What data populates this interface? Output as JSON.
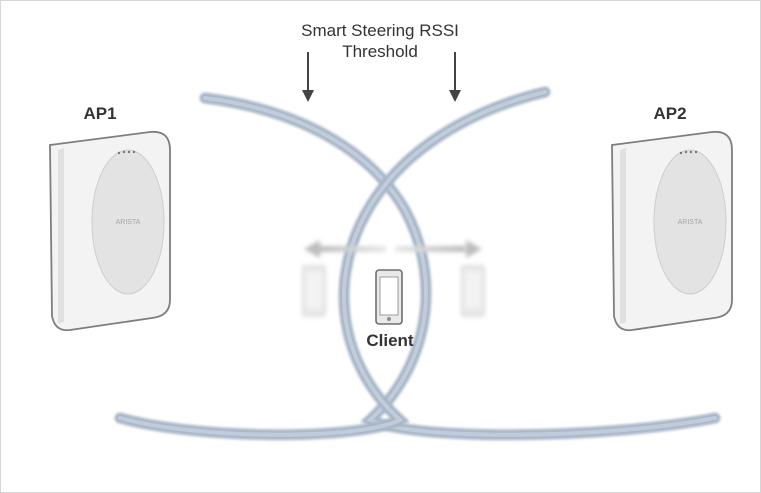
{
  "diagram": {
    "threshold_label_line1": "Smart Steering RSSI",
    "threshold_label_line2": "Threshold",
    "ap1_label": "AP1",
    "ap2_label": "AP2",
    "client_label": "Client",
    "ap_logo_text": "ARISTA",
    "icons": [
      "access-point-icon",
      "arrow-down-icon",
      "arrow-left-icon",
      "arrow-right-icon",
      "phone-icon"
    ],
    "colors": {
      "signal_curve": "#a7b6c8",
      "signal_curve_core": "#c3cfdb",
      "ap_body": "#f4f4f4",
      "ap_outline": "#8a8a8a",
      "arrow": "#444444"
    }
  }
}
